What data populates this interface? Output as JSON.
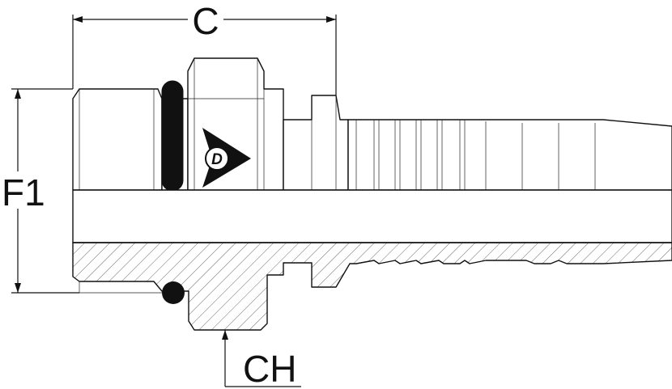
{
  "dimensions": {
    "c_label": "C",
    "f1_label": "F1",
    "ch_label": "CH"
  },
  "logo": {
    "letter": "D"
  },
  "colors": {
    "line": "#111111",
    "oring": "#111111",
    "background": "#ffffff",
    "hatch": "#444444"
  }
}
